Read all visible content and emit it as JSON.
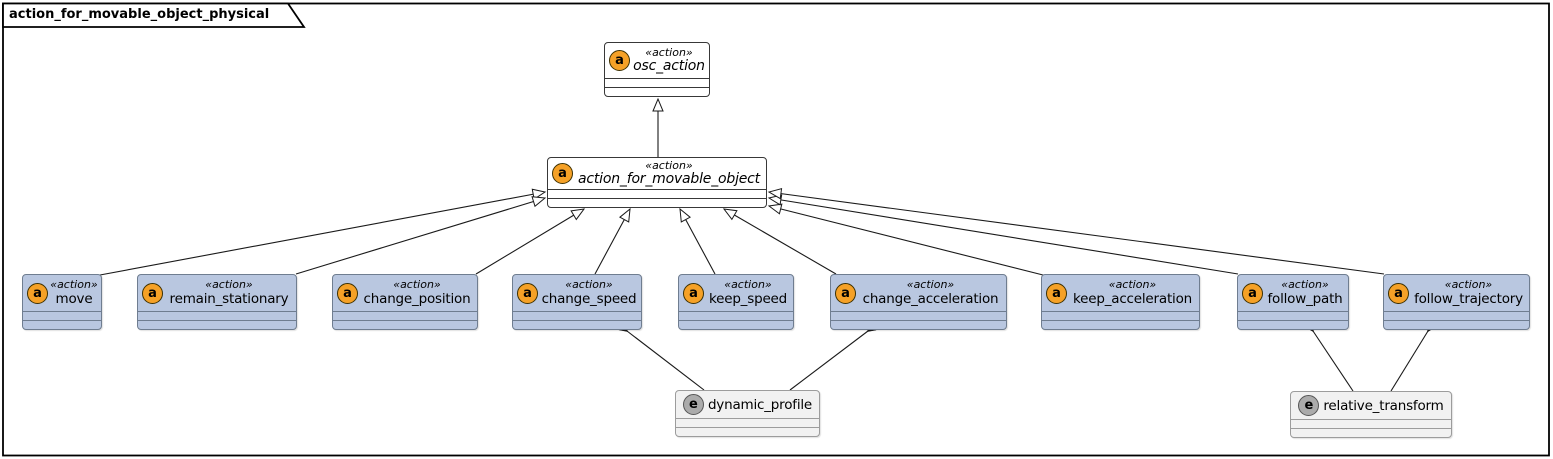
{
  "frame": {
    "title": "action_for_movable_object_physical"
  },
  "colors": {
    "action_fill": "#B9C7E0",
    "action_border": "#6F7D90",
    "abstract_fill": "#FFFFFF",
    "plain_fill": "#F1F1F1",
    "icon_a_fill": "#F5A127",
    "icon_e_fill": "#ABABAB",
    "edge": "#1A1A1A"
  },
  "nodes": [
    {
      "id": "osc_action",
      "label": "osc_action",
      "stereotype": "«action»",
      "icon": "a",
      "kind": "abstract"
    },
    {
      "id": "action_for_movable_object",
      "label": "action_for_movable_object",
      "stereotype": "«action»",
      "icon": "a",
      "kind": "abstract"
    },
    {
      "id": "move",
      "label": "move",
      "stereotype": "«action»",
      "icon": "a",
      "kind": "action"
    },
    {
      "id": "remain_stationary",
      "label": "remain_stationary",
      "stereotype": "«action»",
      "icon": "a",
      "kind": "action"
    },
    {
      "id": "change_position",
      "label": "change_position",
      "stereotype": "«action»",
      "icon": "a",
      "kind": "action"
    },
    {
      "id": "change_speed",
      "label": "change_speed",
      "stereotype": "«action»",
      "icon": "a",
      "kind": "action"
    },
    {
      "id": "keep_speed",
      "label": "keep_speed",
      "stereotype": "«action»",
      "icon": "a",
      "kind": "action"
    },
    {
      "id": "change_acceleration",
      "label": "change_acceleration",
      "stereotype": "«action»",
      "icon": "a",
      "kind": "action"
    },
    {
      "id": "keep_acceleration",
      "label": "keep_acceleration",
      "stereotype": "«action»",
      "icon": "a",
      "kind": "action"
    },
    {
      "id": "follow_path",
      "label": "follow_path",
      "stereotype": "«action»",
      "icon": "a",
      "kind": "action"
    },
    {
      "id": "follow_trajectory",
      "label": "follow_trajectory",
      "stereotype": "«action»",
      "icon": "a",
      "kind": "action"
    },
    {
      "id": "dynamic_profile",
      "label": "dynamic_profile",
      "stereotype": "",
      "icon": "e",
      "kind": "plain"
    },
    {
      "id": "relative_transform",
      "label": "relative_transform",
      "stereotype": "",
      "icon": "e",
      "kind": "plain"
    }
  ],
  "relations": {
    "generalizations": [
      {
        "child": "action_for_movable_object",
        "parent": "osc_action"
      },
      {
        "child": "move",
        "parent": "action_for_movable_object"
      },
      {
        "child": "remain_stationary",
        "parent": "action_for_movable_object"
      },
      {
        "child": "change_position",
        "parent": "action_for_movable_object"
      },
      {
        "child": "change_speed",
        "parent": "action_for_movable_object"
      },
      {
        "child": "keep_speed",
        "parent": "action_for_movable_object"
      },
      {
        "child": "change_acceleration",
        "parent": "action_for_movable_object"
      },
      {
        "child": "keep_acceleration",
        "parent": "action_for_movable_object"
      },
      {
        "child": "follow_path",
        "parent": "action_for_movable_object"
      },
      {
        "child": "follow_trajectory",
        "parent": "action_for_movable_object"
      }
    ],
    "compositions": [
      {
        "whole": "change_speed",
        "part": "dynamic_profile"
      },
      {
        "whole": "change_acceleration",
        "part": "dynamic_profile"
      },
      {
        "whole": "follow_path",
        "part": "relative_transform"
      },
      {
        "whole": "follow_trajectory",
        "part": "relative_transform"
      }
    ]
  }
}
